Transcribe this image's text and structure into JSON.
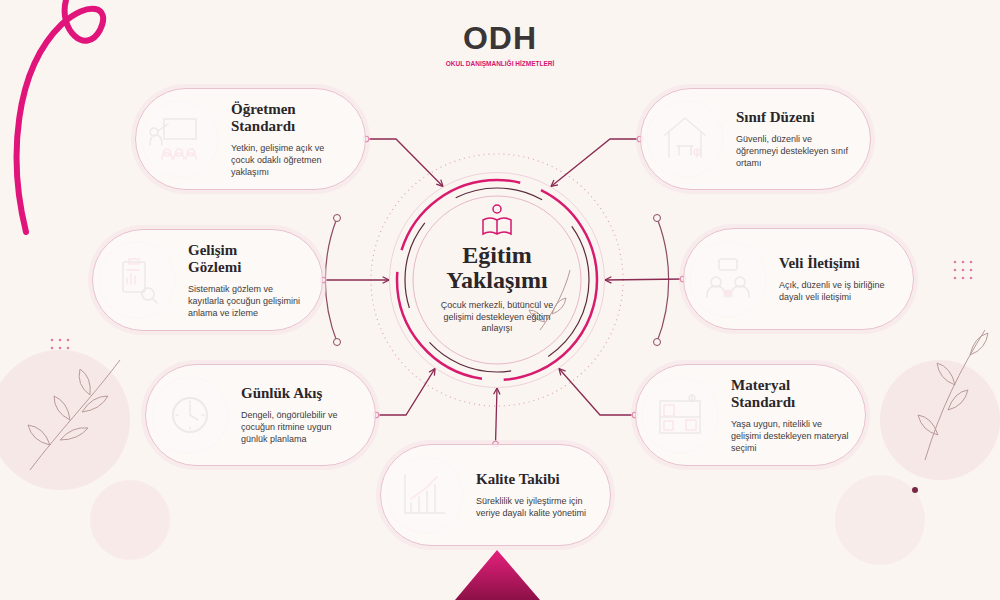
{
  "diagram": {
    "nodes": [
      {
        "text": [
          "Eğitim Yaklaşımı",
          "Çocuk merkezli, bütüncül ve gelişimi destekleyen eğitim anlayışı"
        ]
      },
      {
        "text": [
          "Öğretmen Standardı",
          "Yetkin, gelişime açık ve çocuk odaklı öğretmen yaklaşımı"
        ]
      },
      {
        "text": [
          "Sınıf Düzeni",
          "Güvenli, düzenli ve öğrenmeyi destekleyen sınıf ortamı"
        ]
      },
      {
        "text": [
          "Gelişim Gözlemi",
          "Sistematik gözlem ve kayıtlarla çocuğun gelişimini anlama ve izleme"
        ]
      },
      {
        "text": [
          "Veli İletişimi",
          "Açık, düzenli ve iş birliğine dayalı veli iletişimi"
        ]
      },
      {
        "text": [
          "Günlük Akış",
          "Dengeli, öngörülebilir ve çocuğun ritmine uygun günlük planlama"
        ]
      },
      {
        "text": [
          "Materyal Standardı",
          "Yaşa uygun, nitelikli ve gelişimi destekleyen materyal seçimi"
        ]
      },
      {
        "text": [
          "Kalite Takibi",
          "Süreklilik ve iyileştirme için veriye dayalı kalite yönetimi"
        ]
      }
    ],
    "edges": [
      {
        "from": 1,
        "to": 0,
        "arrow": "to"
      },
      {
        "from": 2,
        "to": 0,
        "arrow": "to"
      },
      {
        "from": 3,
        "to": 0,
        "arrow": "to"
      },
      {
        "from": 4,
        "to": 0,
        "arrow": "to"
      },
      {
        "from": 5,
        "to": 0,
        "arrow": "to"
      },
      {
        "from": 6,
        "to": 0,
        "arrow": "to"
      },
      {
        "from": 7,
        "to": 0,
        "arrow": "to"
      }
    ],
    "labels": [
      "ODH",
      "OKUL DANIŞMANLIĞI HİZMETLERİ"
    ]
  }
}
